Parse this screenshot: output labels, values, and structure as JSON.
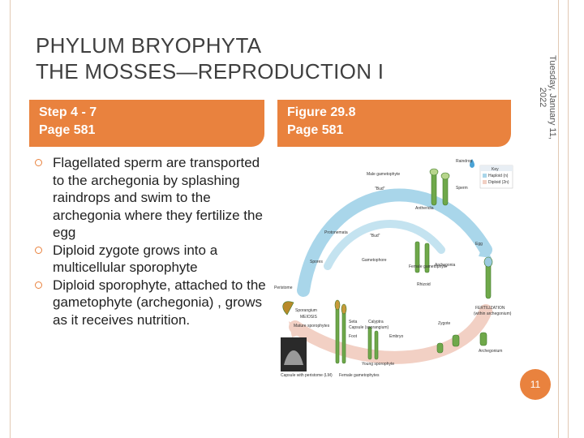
{
  "title": {
    "line1": "PHYLUM BRYOPHYTA",
    "line2": "THE MOSSES—REPRODUCTION I"
  },
  "date": {
    "line1": "Tuesday, January 11,",
    "line2": "2022"
  },
  "left_header": {
    "line1": "Step 4 - 7",
    "line2": "Page 581"
  },
  "right_header": {
    "line1": "Figure 29.8",
    "line2": "Page 581"
  },
  "bullets": [
    "Flagellated sperm are transported to the archegonia by splashing raindrops and swim to the archegonia where they fertilize the egg",
    "Diploid zygote grows into a multicellular sporophyte",
    "Diploid sporophyte, attached to the gametophyte (archegonia) , grows as it receives nutrition."
  ],
  "figure": {
    "labels": {
      "raindrop": "Raindrop",
      "key": "Key",
      "haploid": "Haploid (n)",
      "diploid": "Diploid (2n)",
      "male_gametophyte": "Male gametophyte",
      "bud1": "\"Bud\"",
      "sperm": "Sperm",
      "antheridia": "Antheridia",
      "protonemata": "Protonemata",
      "bud2": "\"Bud\"",
      "egg": "Egg",
      "spores": "Spores",
      "gametophore": "Gametophore",
      "female_gametophyte": "Female gametophyte",
      "archegonia": "Archegonia",
      "rhizoid": "Rhizoid",
      "peristome": "Peristome",
      "sporangium": "Sporangium",
      "meiosis": "MEIOSIS",
      "seta": "Seta",
      "capsule": "Capsule (sporangium)",
      "calyptra": "Calyptra",
      "mature_sporophytes": "Mature sporophytes",
      "foot": "Foot",
      "embryo": "Embryo",
      "zygote": "Zygote",
      "fertilization": "FERTILIZATION",
      "within_archegonium": "(within archegonium)",
      "archegonium": "Archegonium",
      "capsule_lm": "Capsule with peristome (LM)",
      "young_sporophyte": "Young sporophyte",
      "female_gametophytes": "Female gametophytes"
    },
    "colors": {
      "haploid": "#a9d6ea",
      "diploid": "#f2d0c4"
    }
  },
  "page_number": "11",
  "colors": {
    "accent": "#e9823e",
    "rule": "#e2c9b4"
  }
}
